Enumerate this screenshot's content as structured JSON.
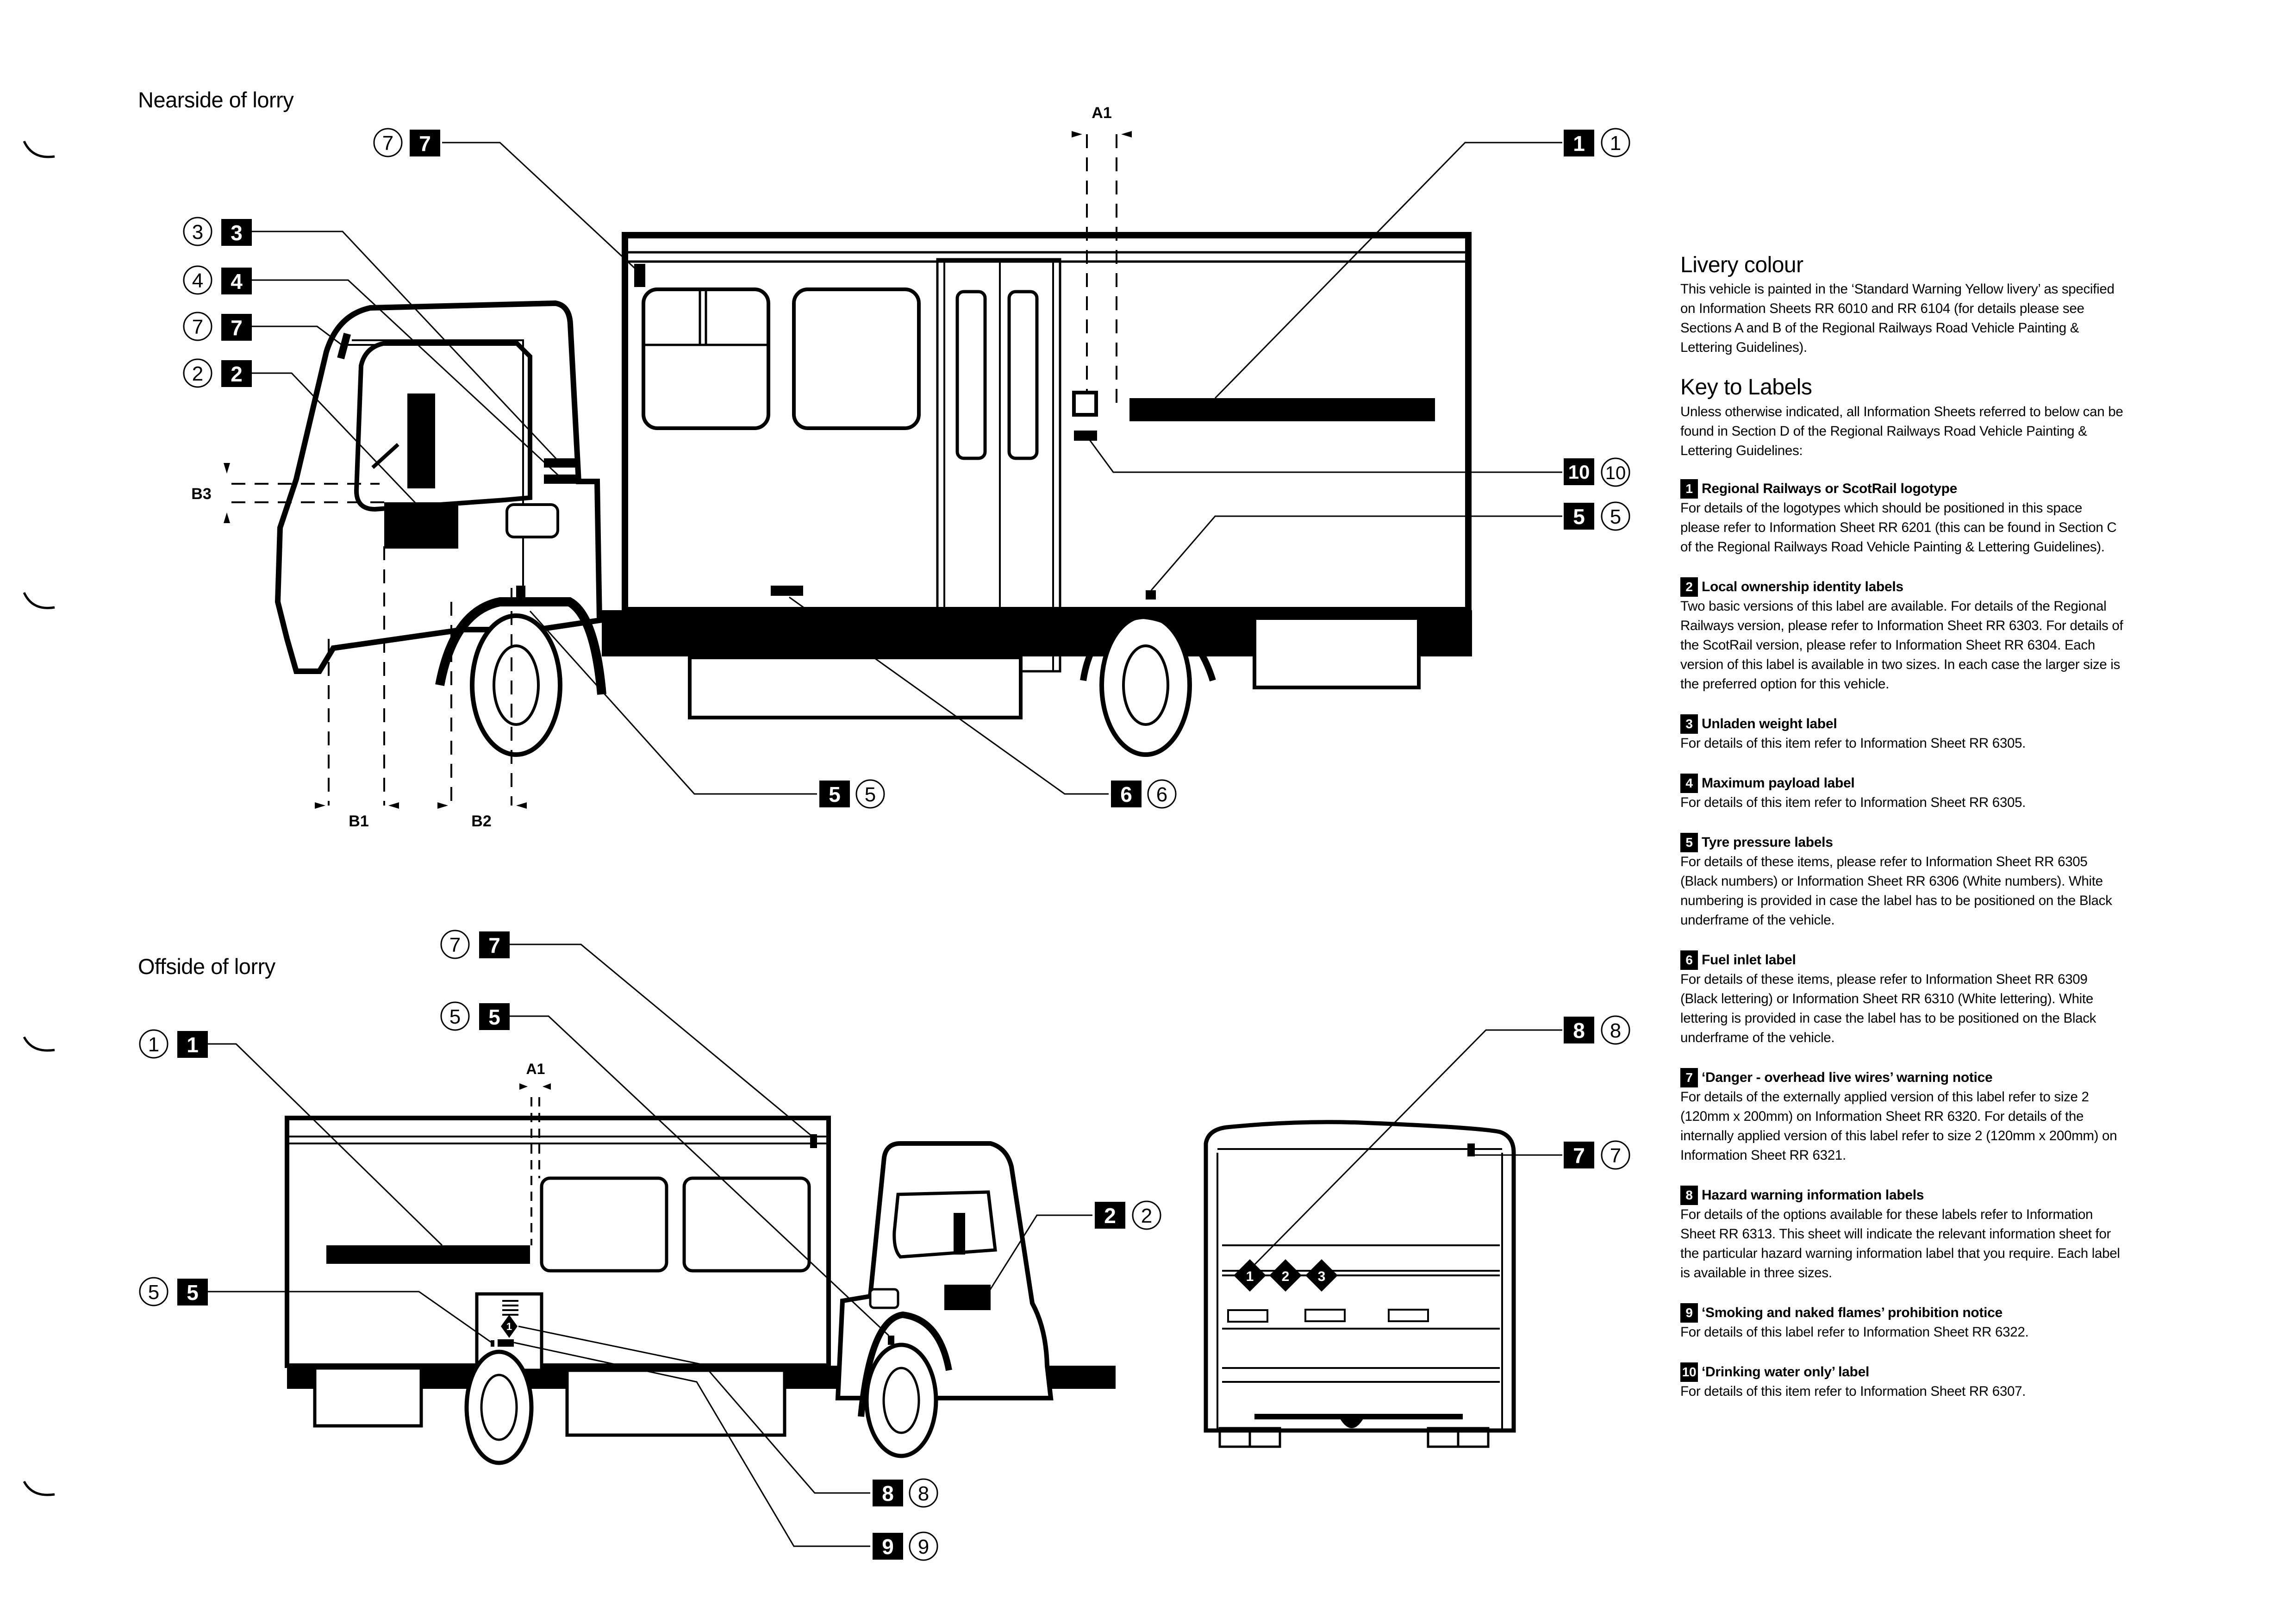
{
  "titles": {
    "nearside": "Nearside of lorry",
    "offside": "Offside of lorry"
  },
  "dimensions": {
    "a1": "A1",
    "b1": "B1",
    "b2": "B2",
    "b3": "B3"
  },
  "callouts": {
    "n_7_top": "7",
    "n_3": "3",
    "n_4": "4",
    "n_7_cab": "7",
    "n_2": "2",
    "n_1": "1",
    "n_10": "10",
    "n_5_right": "5",
    "n_5_bottom": "5",
    "n_6": "6",
    "o_7": "7",
    "o_5_top": "5",
    "o_1": "1",
    "o_5_left": "5",
    "o_2": "2",
    "o_8": "8",
    "o_9": "9",
    "r_8": "8",
    "r_7": "7"
  },
  "hazard_diamonds": [
    "1",
    "2",
    "3"
  ],
  "offside_hazard_diamond": "1",
  "livery": {
    "heading": "Livery colour",
    "text": "This vehicle is painted in the ‘Standard Warning Yellow livery’ as specified on Information Sheets RR 6010 and RR 6104 (for details please see Sections A and B of the Regional Railways Road Vehicle Painting & Lettering Guidelines)."
  },
  "key": {
    "heading": "Key to Labels",
    "intro": "Unless otherwise indicated, all Information Sheets referred to below can be found in Section D of the Regional Railways Road Vehicle Painting & Lettering Guidelines:",
    "items": [
      {
        "num": "1",
        "title": "Regional Railways or ScotRail logotype",
        "text": "For details of the logotypes which should be positioned in this space please refer to Information Sheet RR 6201 (this can be found in Section C of the Regional Railways Road Vehicle Painting & Lettering Guidelines)."
      },
      {
        "num": "2",
        "title": "Local ownership identity labels",
        "text": "Two basic versions of this label are available. For details of the Regional Railways version, please refer to Information Sheet RR 6303. For details of the ScotRail version, please refer to Information Sheet RR 6304. Each version of this label is available in two sizes. In each case the larger size is the preferred option for this vehicle."
      },
      {
        "num": "3",
        "title": "Unladen weight label",
        "text": "For details of this item refer to Information Sheet RR 6305."
      },
      {
        "num": "4",
        "title": "Maximum payload label",
        "text": "For details of this item refer to Information Sheet RR 6305."
      },
      {
        "num": "5",
        "title": "Tyre pressure labels",
        "text": "For details of these items, please refer to Information Sheet RR 6305 (Black numbers) or Information Sheet RR 6306 (White numbers). White numbering is provided in case the label has to be positioned on the Black underframe of the vehicle."
      },
      {
        "num": "6",
        "title": "Fuel inlet label",
        "text": "For details of these items, please refer to Information Sheet RR 6309 (Black lettering) or Information Sheet RR 6310 (White lettering). White lettering is provided in case the label has to be positioned on the Black underframe of the vehicle."
      },
      {
        "num": "7",
        "title": "‘Danger - overhead live wires’ warning notice",
        "text": "For details of the externally applied version of this label refer to size 2 (120mm x 200mm) on Information Sheet RR 6320. For details of the internally applied version of this label refer to size 2 (120mm x 200mm) on Information Sheet RR 6321."
      },
      {
        "num": "8",
        "title": "Hazard warning information labels",
        "text": "For details of the options available for these labels refer to Information Sheet RR 6313. This sheet will indicate the relevant information sheet for the particular hazard warning information label that you require. Each label is available in three sizes."
      },
      {
        "num": "9",
        "title": "‘Smoking and naked flames’ prohibition notice",
        "text": "For details of this label refer to Information Sheet RR 6322."
      },
      {
        "num": "10",
        "title": "‘Drinking water only’ label",
        "text": "For details of this item refer to Information Sheet RR 6307."
      }
    ]
  }
}
